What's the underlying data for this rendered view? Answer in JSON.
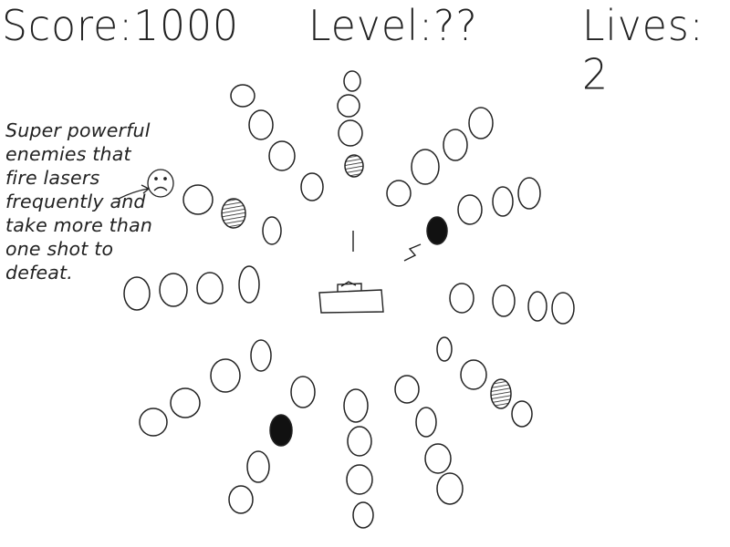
{
  "hud": {
    "score_label": "Score:",
    "score_value": "1000",
    "level_label": "Level:",
    "level_value": "??",
    "lives_label": "Lives:",
    "lives_value": "2"
  },
  "annotation": {
    "lines": [
      "Super powerful",
      "enemies that",
      "fire lasers",
      "frequently and",
      "take more than",
      "one shot to",
      "defeat."
    ]
  },
  "colors": {
    "ink": "#222222",
    "background": "#ffffff"
  }
}
